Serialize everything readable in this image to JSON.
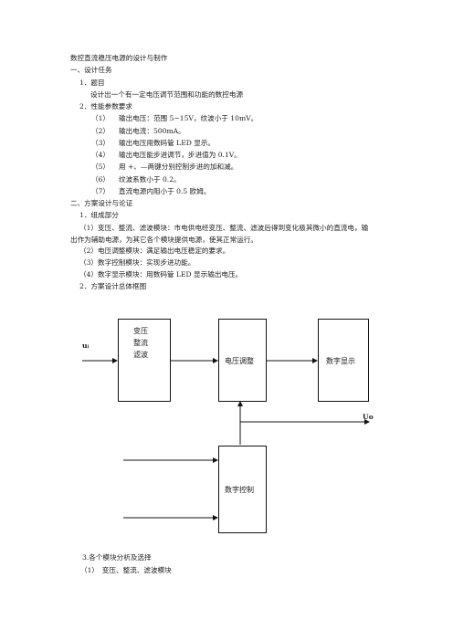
{
  "doc": {
    "title": "数控直流稳压电源的设计与制作",
    "s1": "一、设计任务",
    "s1_1": "1．题目",
    "s1_1_text": "设计出一个有一定电压调节范围和功能的数控电源",
    "s1_2": "2．性能参数要求",
    "params": [
      {
        "num": "（1）",
        "text": "输出电压：范围 5~15V，纹波小于 10mV。"
      },
      {
        "num": "（2）",
        "text": "输出电流：500mA。"
      },
      {
        "num": "（3）",
        "text": "输出电压用数码管 LED 显示。"
      },
      {
        "num": "（4）",
        "text": "输出电压能步进调节，步进值为 0.1V。"
      },
      {
        "num": "（5）",
        "text": "用 +、—两键分别控制步进的加和减。"
      },
      {
        "num": "（6）",
        "text": "纹波系数小于 0.2。"
      },
      {
        "num": "（7）",
        "text": "直流电源内阻小于 0.5 欧姆。"
      }
    ],
    "s2": "二、方案设计与论证",
    "s2_1": "1．组成部分",
    "comp1": "（1）变压、整流、滤波模块：市电供电经变压、整流、滤波后得到变化极其微小的直流电，输出作为辅助电源，为其它各个模块提供电源，使其正常运行。",
    "comp2": "（2）电压调整模块：满足输出电压稳定的要求。",
    "comp3": "（3）数字控制模块：实现步进功能。",
    "comp4": "（4）数字显示模块：用数码管 LED 显示输出电压。",
    "s2_2": "2．方案设计总体框图",
    "s3": "3.各个模块分析及选择",
    "s3_1": "（1）　变压、整流、滤波模块"
  },
  "diagram": {
    "box1": [
      "变压",
      "整流",
      "滤波"
    ],
    "box2": "电压调整",
    "box3": "数字显示",
    "box4": "数字控制",
    "input_label": "uᵢ",
    "output_label": "Uo"
  }
}
